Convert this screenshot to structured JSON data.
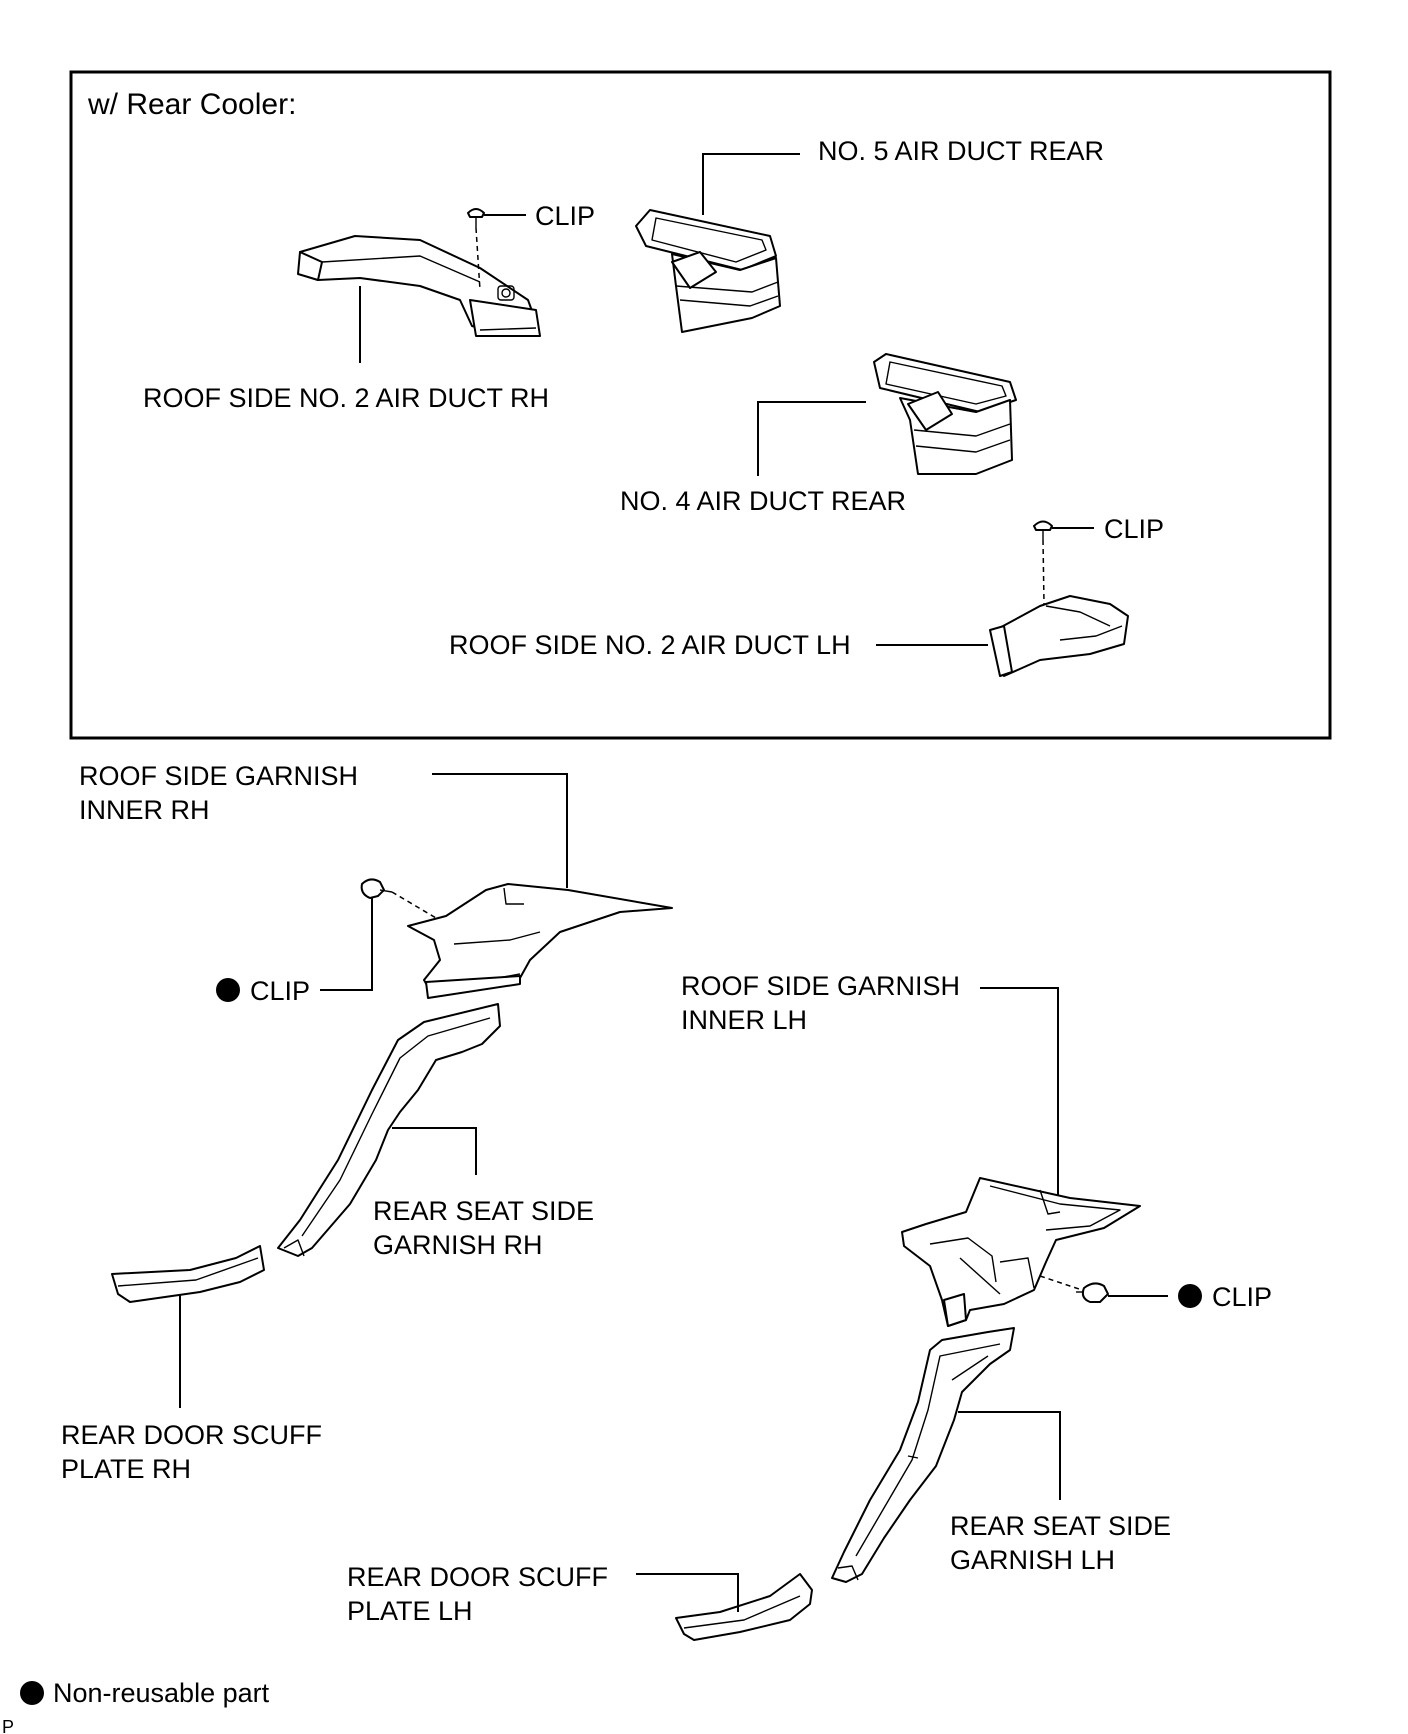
{
  "inset": {
    "title": "w/ Rear Cooler:",
    "labels": {
      "no5_air_duct_rear": "NO. 5 AIR DUCT REAR",
      "clip_rh": "CLIP",
      "roof_side_no2_air_duct_rh": "ROOF SIDE NO. 2 AIR DUCT RH",
      "no4_air_duct_rear": "NO. 4 AIR DUCT REAR",
      "clip_lh": "CLIP",
      "roof_side_no2_air_duct_lh": "ROOF SIDE NO. 2 AIR DUCT LH"
    }
  },
  "main": {
    "labels": {
      "roof_side_garnish_inner_rh_line1": "ROOF SIDE GARNISH",
      "roof_side_garnish_inner_rh_line2": "INNER RH",
      "clip_rh": "CLIP",
      "roof_side_garnish_inner_lh_line1": "ROOF SIDE GARNISH",
      "roof_side_garnish_inner_lh_line2": "INNER LH",
      "rear_seat_side_garnish_rh_line1": "REAR SEAT SIDE",
      "rear_seat_side_garnish_rh_line2": "GARNISH RH",
      "clip_lh": "CLIP",
      "rear_door_scuff_plate_rh_line1": "REAR DOOR SCUFF",
      "rear_door_scuff_plate_rh_line2": "PLATE RH",
      "rear_seat_side_garnish_lh_line1": "REAR SEAT SIDE",
      "rear_seat_side_garnish_lh_line2": "GARNISH LH",
      "rear_door_scuff_plate_lh_line1": "REAR DOOR SCUFF",
      "rear_door_scuff_plate_lh_line2": "PLATE LH"
    }
  },
  "legend": {
    "symbol": "black-dot-icon",
    "text": "Non-reusable part"
  },
  "corner_mark": "P"
}
